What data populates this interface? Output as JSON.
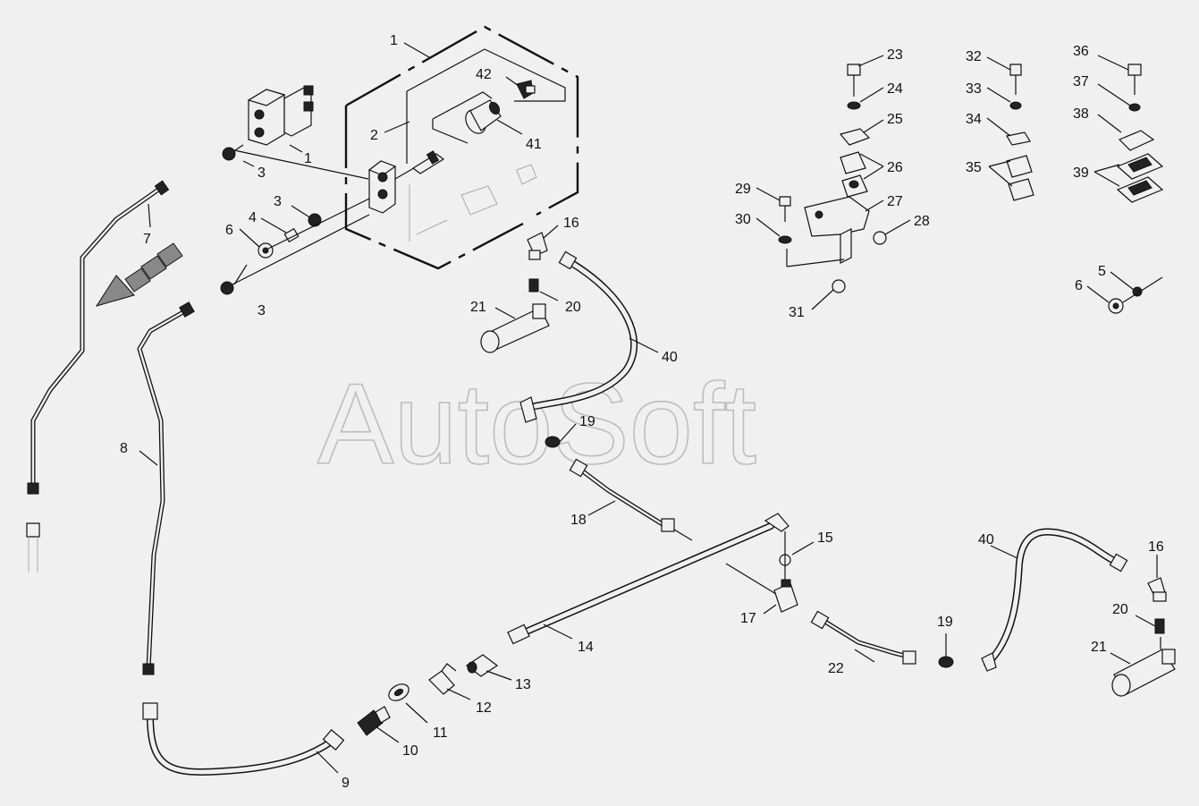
{
  "watermark": "AutoSoft",
  "labels": [
    "1",
    "1",
    "2",
    "3",
    "3",
    "3",
    "4",
    "5",
    "6",
    "6",
    "7",
    "8",
    "9",
    "10",
    "11",
    "12",
    "13",
    "14",
    "15",
    "16",
    "16",
    "17",
    "18",
    "19",
    "19",
    "20",
    "20",
    "21",
    "21",
    "22",
    "23",
    "24",
    "25",
    "26",
    "27",
    "28",
    "29",
    "30",
    "31",
    "32",
    "33",
    "34",
    "35",
    "36",
    "37",
    "38",
    "39",
    "40",
    "40",
    "41",
    "42"
  ],
  "colors": {
    "background": "#f0f0f0",
    "ink": "#111111",
    "watermark": "#bdbdbd"
  }
}
